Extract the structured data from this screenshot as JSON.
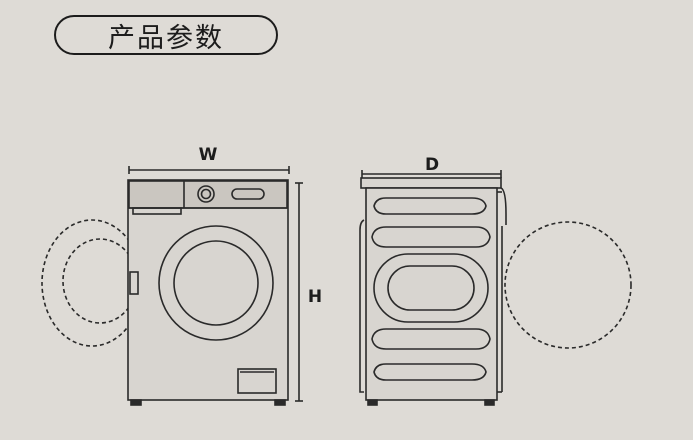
{
  "header": {
    "title": "产品参数"
  },
  "dimensions": {
    "width_label": "W",
    "depth_label": "D",
    "height_label": "H"
  },
  "colors": {
    "background": "#dedbd6",
    "line": "#2a2a2a",
    "body_fill": "#d8d5d0",
    "panel_fill": "#cac6c0"
  },
  "icons": [
    "washing-machine-front",
    "washing-machine-side",
    "door-swing-arc"
  ]
}
